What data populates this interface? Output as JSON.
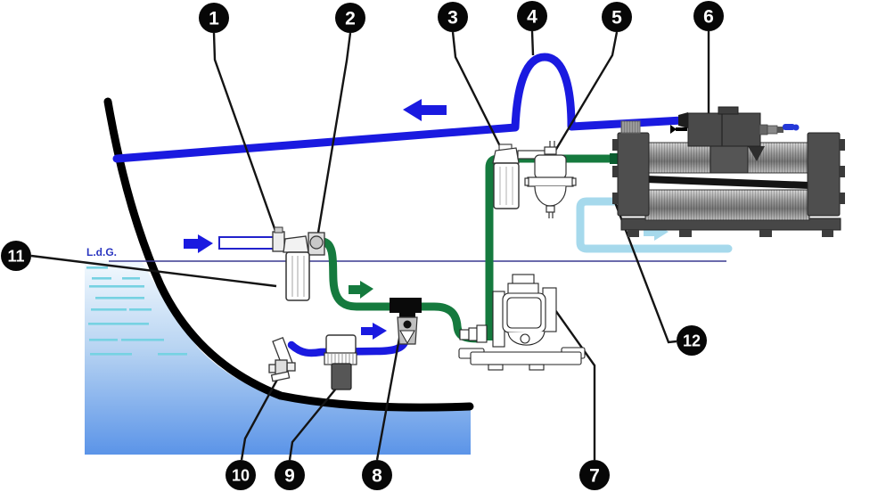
{
  "diagram": {
    "type": "watermaker-installation-schematic",
    "waterline_label": "L.d.G."
  },
  "callouts": [
    {
      "number": "1",
      "target": "flush-inlet-fitting"
    },
    {
      "number": "2",
      "target": "flush-filter-head"
    },
    {
      "number": "3",
      "target": "prefilter-cartridge"
    },
    {
      "number": "4",
      "target": "vented-loop"
    },
    {
      "number": "5",
      "target": "filter-accumulator"
    },
    {
      "number": "6",
      "target": "watermaker-unit"
    },
    {
      "number": "7",
      "target": "feed-pump"
    },
    {
      "number": "8",
      "target": "three-way-valve"
    },
    {
      "number": "9",
      "target": "sea-strainer"
    },
    {
      "number": "10",
      "target": "thru-hull-seacock"
    },
    {
      "number": "11",
      "target": "flush-filter-housing"
    },
    {
      "number": "12",
      "target": "product-water-line"
    }
  ],
  "icons": {
    "flow-arrow-left": "←",
    "flow-arrow-right": "→"
  },
  "arrows": [
    {
      "name": "discharge-flow-arrow",
      "direction": "left",
      "color_key": "seawater_hose"
    },
    {
      "name": "flush-inlet-flow-arrow",
      "direction": "right",
      "color_key": "seawater_hose"
    },
    {
      "name": "feed-flow-arrow",
      "direction": "right",
      "color_key": "feed_line_green"
    },
    {
      "name": "intake-flow-arrow",
      "direction": "right",
      "color_key": "seawater_hose"
    },
    {
      "name": "product-flow-arrow",
      "direction": "right",
      "color_key": "product_line"
    }
  ],
  "colors": {
    "seawater_hose": "#1a1ae0",
    "feed_line_green": "#157a3e",
    "feed_line_dark": "#0b5c30",
    "product_line": "#a6d9ec",
    "water_deep": "#5b94e8",
    "water_mid": "#b8d4f2",
    "water_surface": "#eef6fd",
    "water_hatch": "#76d2e2",
    "hull": "#000000",
    "waterline": "#3a3a90",
    "waterline_text": "#2a35c0",
    "leader": "#141414",
    "callout_bg": "#070707",
    "callout_text": "#ffffff",
    "unit_body": "#4e4e4e"
  }
}
